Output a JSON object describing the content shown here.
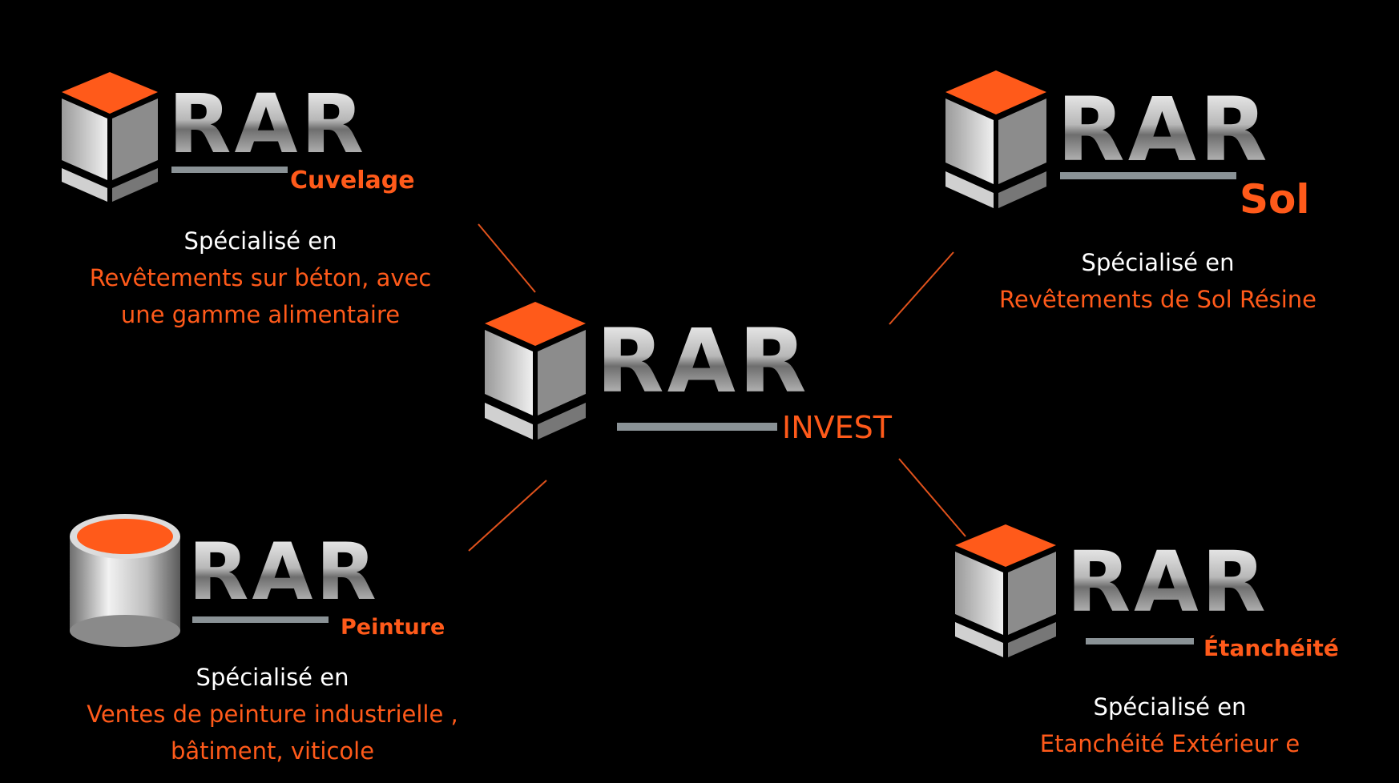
{
  "colors": {
    "background": "#000000",
    "accent": "#ff5a1a",
    "text": "#ffffff",
    "connector": "#e0521c"
  },
  "center": {
    "name": "RAR",
    "sub": "INVEST"
  },
  "nodes": [
    {
      "id": "cuvelage",
      "icon": "cube-icon",
      "name": "RAR",
      "sub": "Cuvelage",
      "intro": "Spécialisé en",
      "desc_lines": [
        "Revêtements sur béton, avec",
        "une gamme alimentaire"
      ]
    },
    {
      "id": "sol",
      "icon": "cube-icon",
      "name": "RAR",
      "sub": "Sol",
      "intro": "Spécialisé en",
      "desc_lines": [
        "Revêtements de Sol Résine"
      ]
    },
    {
      "id": "peinture",
      "icon": "paint-can-icon",
      "name": "RAR",
      "sub": "Peinture",
      "intro": "Spécialisé en",
      "desc_lines": [
        "Ventes  de peinture industrielle ,",
        "bâtiment, viticole"
      ]
    },
    {
      "id": "etancheite",
      "icon": "cube-icon",
      "name": "RAR",
      "sub": "Étanchéité",
      "intro": "Spécialisé en",
      "desc_lines": [
        "Etanchéité  Extérieur e"
      ]
    }
  ]
}
